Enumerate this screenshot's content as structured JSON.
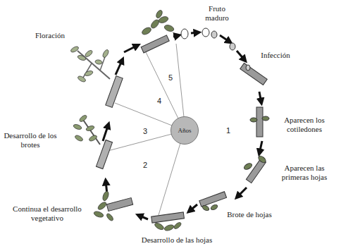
{
  "diagram": {
    "nodes": [
      {
        "text": [
          "Años"
        ]
      }
    ],
    "labels": [
      "Fruto maduro",
      "Infección",
      "Aparecen los cotiledones",
      "Aparecen las primeras hojas",
      "Brote de hojas",
      "Desarrollo de las hojas",
      "Continua el desarrollo vegetativo",
      "Desarrollo de los brotes",
      "Floración",
      "1",
      "2",
      "3",
      "4",
      "5"
    ]
  }
}
